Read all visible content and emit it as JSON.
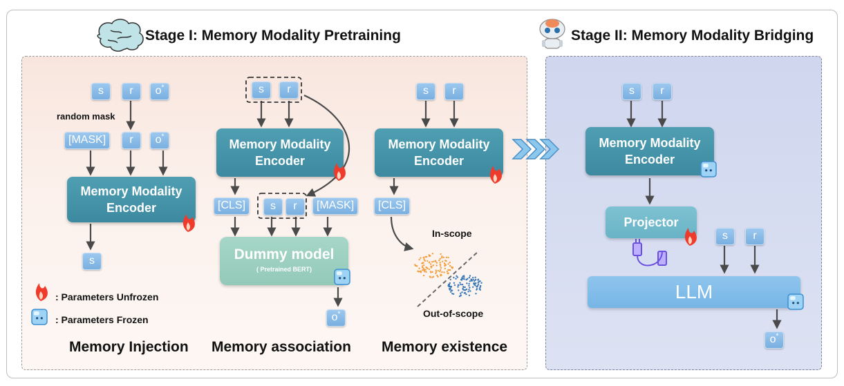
{
  "stage1": {
    "title": "Stage I: Memory Modality Pretraining",
    "injection": {
      "input_tokens": [
        "s",
        "r",
        "o*"
      ],
      "mask_label": "random mask",
      "masked_tokens": [
        "[MASK]",
        "r",
        "o*"
      ],
      "encoder": "Memory Modality Encoder",
      "output_token": "s",
      "title": "Memory Injection"
    },
    "association": {
      "input_tokens": [
        "s",
        "r"
      ],
      "encoder": "Memory Modality Encoder",
      "row_tokens": [
        "[CLS]",
        "s",
        "r",
        "[MASK]"
      ],
      "dummy_title": "Dummy model",
      "dummy_sub": "( Pretrained BERT)",
      "output_token": "o*",
      "title": "Memory association"
    },
    "existence": {
      "input_tokens": [
        "s",
        "r"
      ],
      "encoder": "Memory Modality Encoder",
      "cls_token": "[CLS]",
      "in_scope": "In-scope",
      "out_scope": "Out-of-scope",
      "title": "Memory existence"
    },
    "legend": {
      "unfrozen": ": Parameters Unfrozen",
      "frozen": ": Parameters Frozen"
    }
  },
  "stage2": {
    "title": "Stage II: Memory Modality Bridging",
    "input_tokens": [
      "s",
      "r"
    ],
    "encoder": "Memory Modality Encoder",
    "projector": "Projector",
    "llm_tokens": [
      "s",
      "r"
    ],
    "llm": "LLM",
    "output_token": "o*"
  },
  "colors": {
    "encoder": "#4596ab",
    "token": "#88bce8",
    "panel1_bg": "#fbeee8",
    "panel2_bg": "#d7ddf1",
    "arrow": "#4a4a4a",
    "fire": "#ef3b2c",
    "in_scope_dots": "#f0a040",
    "out_scope_dots": "#3a78b8"
  },
  "icons": [
    "brain-icon",
    "robot-icon",
    "fire-icon",
    "ice-cube-icon",
    "usb-plug-icon",
    "chevrons-right-icon"
  ]
}
